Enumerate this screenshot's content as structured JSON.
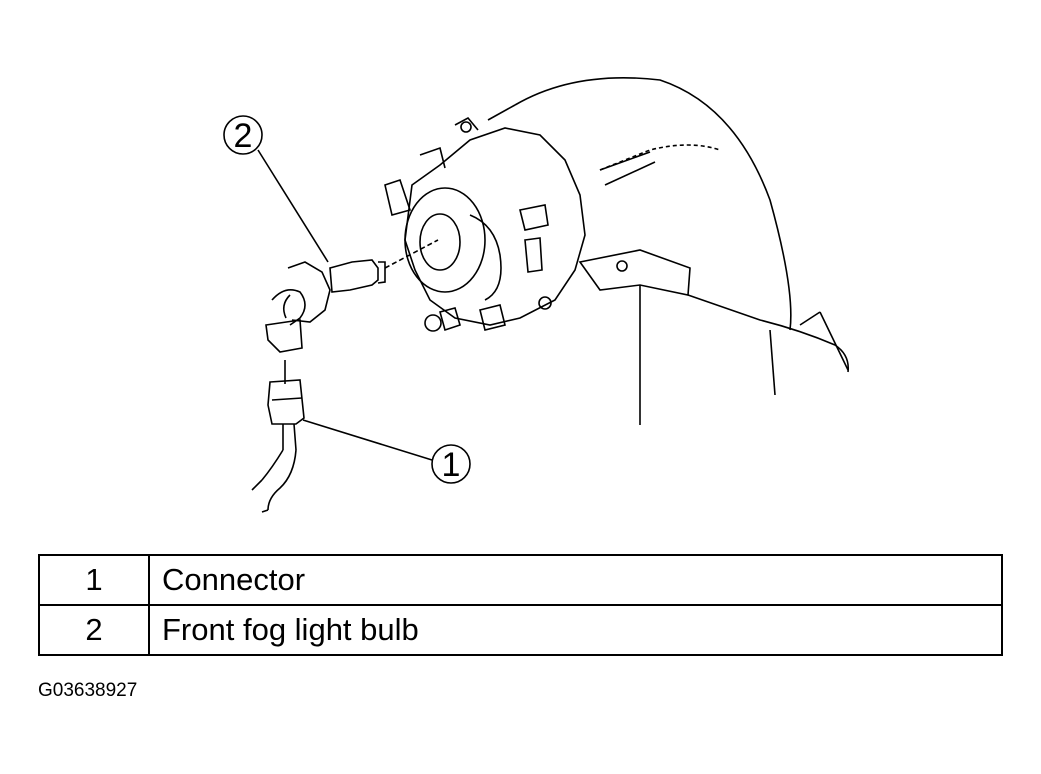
{
  "callouts": [
    {
      "number": "1"
    },
    {
      "number": "2"
    }
  ],
  "legend": {
    "rows": [
      {
        "number": "1",
        "description": "Connector"
      },
      {
        "number": "2",
        "description": "Front fog light bulb"
      }
    ]
  },
  "figure_id": "G03638927"
}
